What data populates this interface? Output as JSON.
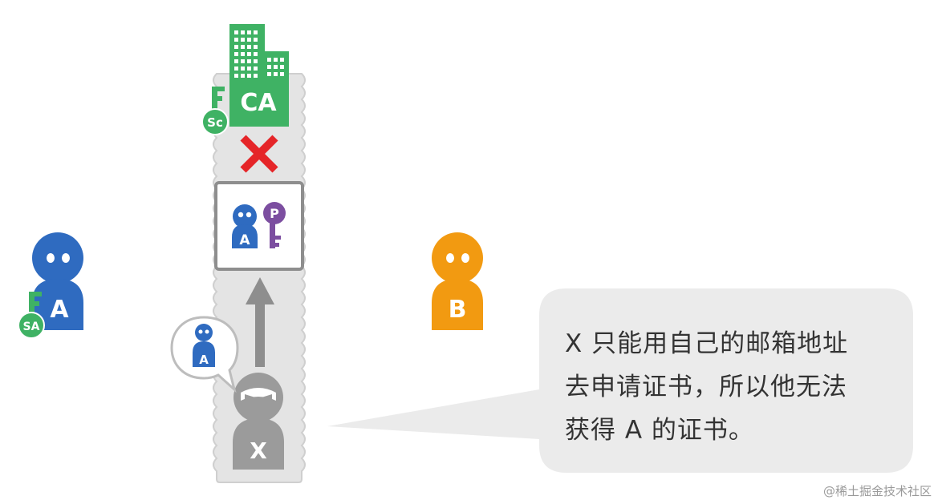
{
  "colors": {
    "user_a": "#2f6bc0",
    "user_b": "#f29a11",
    "attacker": "#9b9b9b",
    "ca": "#3fb264",
    "key_p": "#7c4ea0",
    "cross": "#e52528",
    "bubble_bg": "#ebebeb",
    "column_bg": "#e4e4e4"
  },
  "labels": {
    "ca": "CA",
    "sc": "Sc",
    "sa": "SA",
    "user_a": "A",
    "user_b": "B",
    "attacker": "X",
    "cert_user": "A",
    "cert_key": "P",
    "thought_user": "A"
  },
  "bubble": {
    "lines": [
      "X 只能用自己的邮箱地址",
      "去申请证书，所以他无法",
      "获得 A 的证书。"
    ]
  },
  "watermark": "@稀土掘金技术社区"
}
